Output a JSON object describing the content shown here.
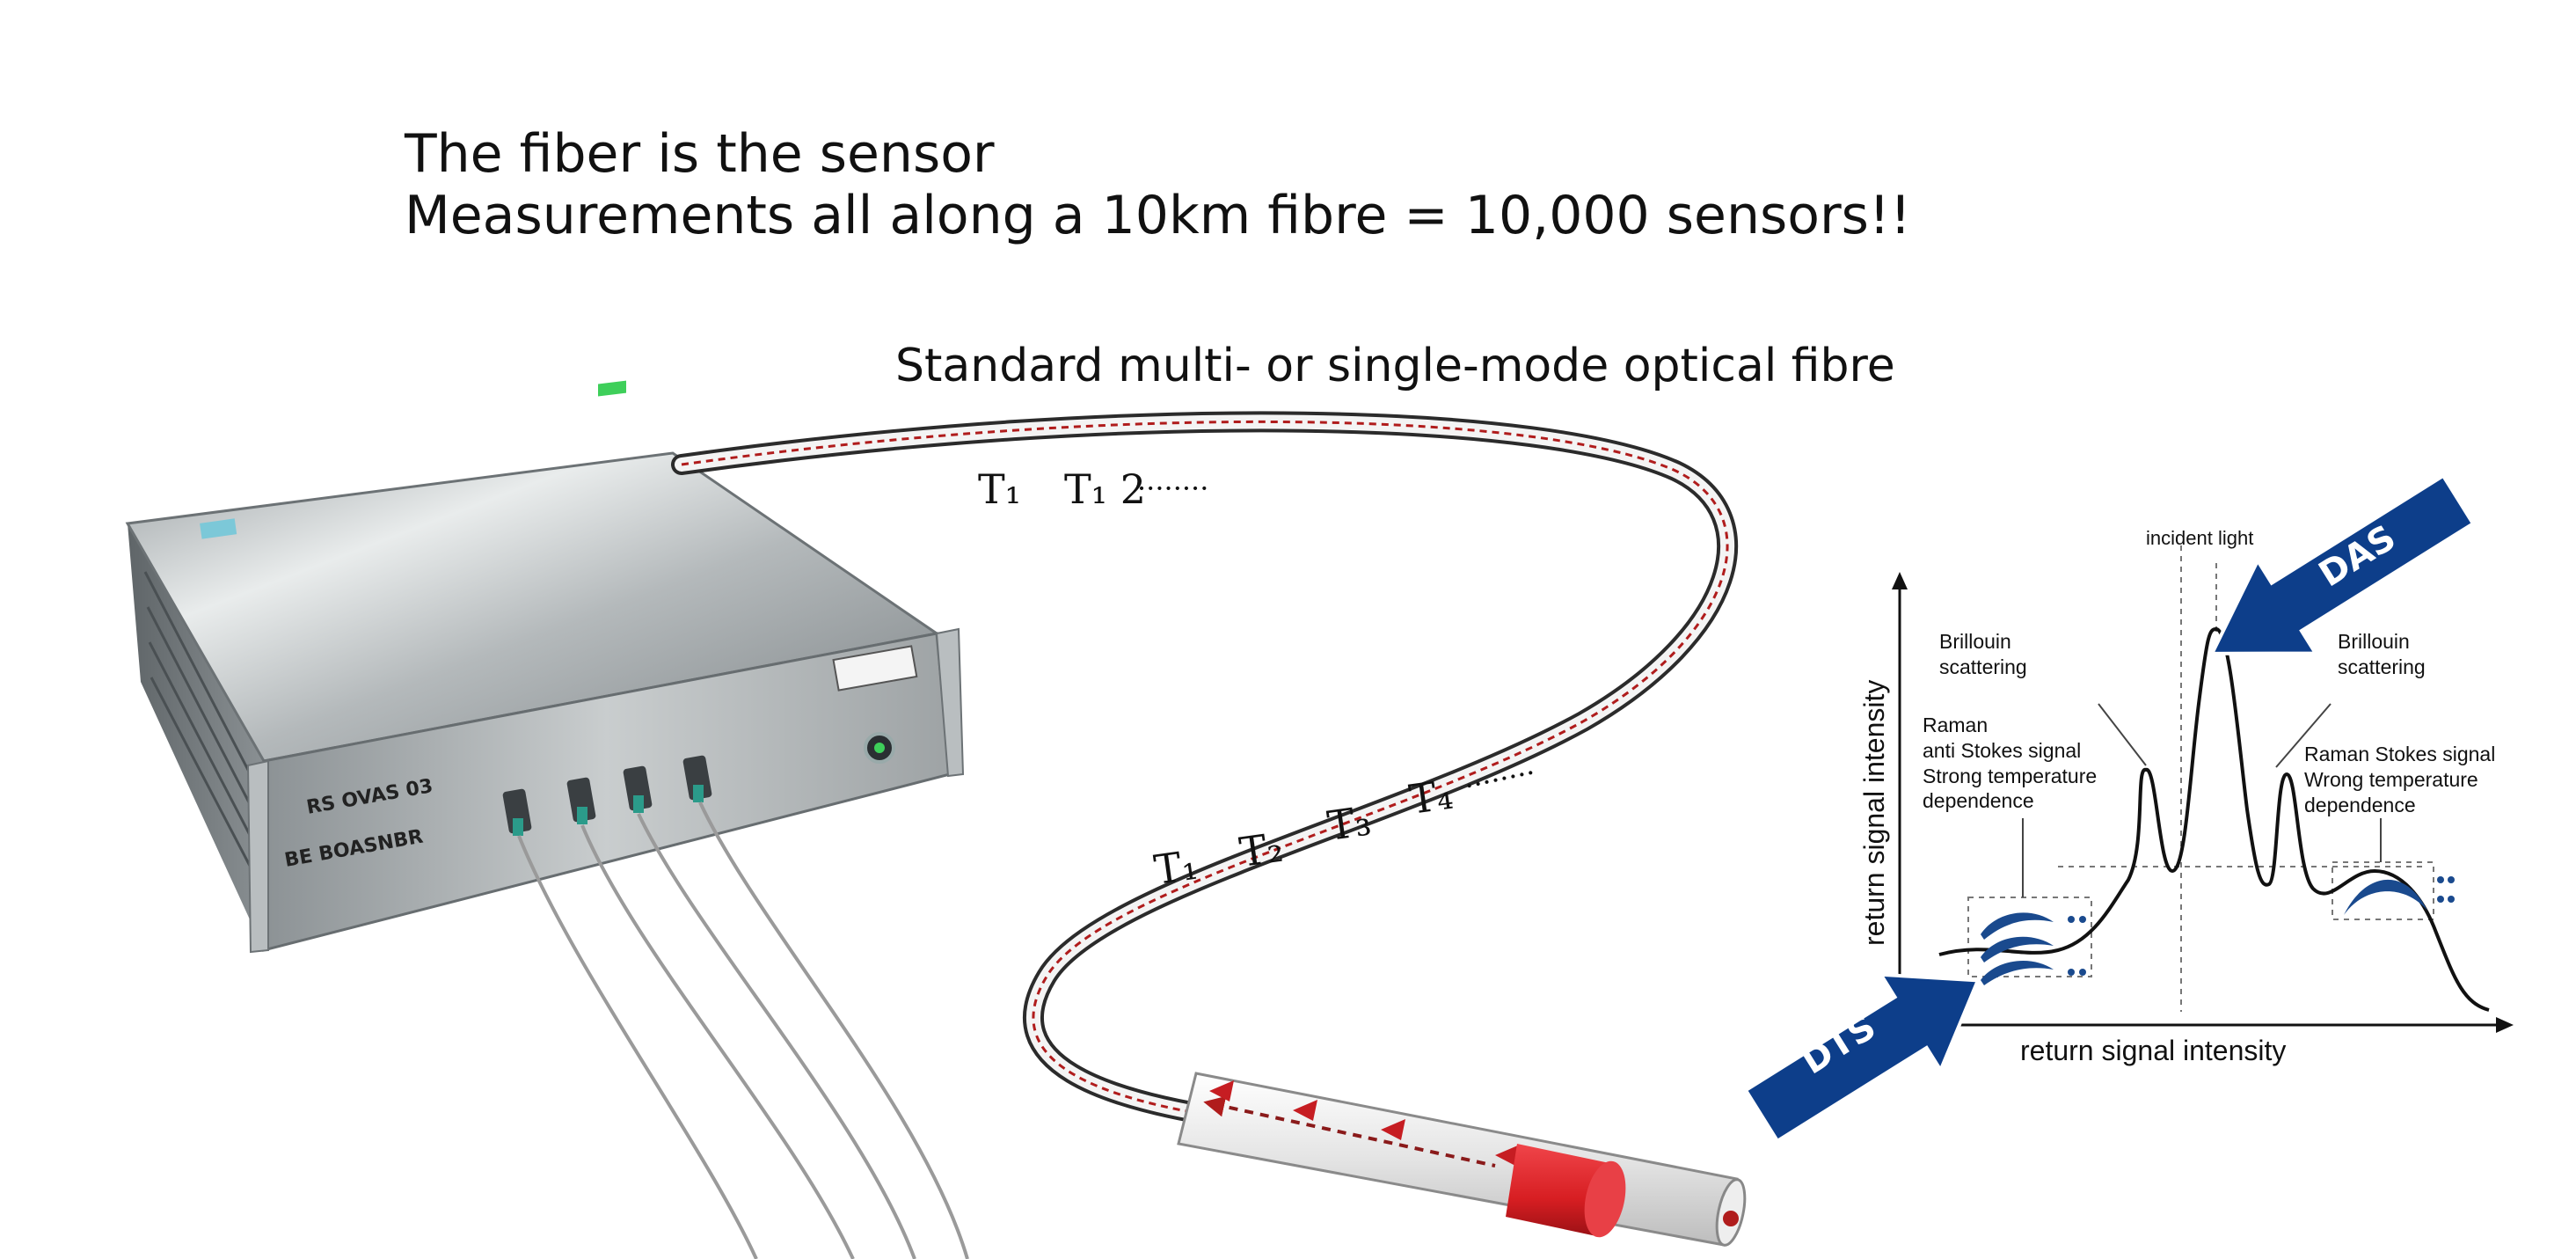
{
  "headline": {
    "line1": "The fiber is the sensor",
    "line2": "Measurements all along a 10km fibre = 10,000 sensors!!"
  },
  "fibre_label": "Standard multi- or single-mode optical fibre",
  "device": {
    "label_line1": "RS OVAS 03",
    "label_line2": "BE BOASNBR"
  },
  "t_labels_top": [
    "T₁",
    "T₁ 2",
    "········"
  ],
  "t_labels_mid": [
    "T₁",
    "T₂",
    "T₃",
    "T₄",
    "········"
  ],
  "spectrum": {
    "incident_light": "incident light",
    "brillouin_left": [
      "Brillouin",
      "scattering"
    ],
    "brillouin_right": [
      "Brillouin",
      "scattering"
    ],
    "raman_left": [
      "Raman",
      "anti Stokes signal",
      "Strong temperature",
      "dependence"
    ],
    "raman_right": [
      "Raman Stokes signal",
      "Wrong temperature",
      "dependence"
    ],
    "x_axis_label": "return signal intensity",
    "y_axis_label": "return signal intensity",
    "das_label": "DAS",
    "dts_label": "DTS"
  },
  "colors": {
    "arrow_blue": "#0d3e8a",
    "fibre_core": "#b01c1c",
    "connector_red": "#d71e22",
    "curve": "#111111",
    "wave_blue": "#1a4a8e"
  }
}
